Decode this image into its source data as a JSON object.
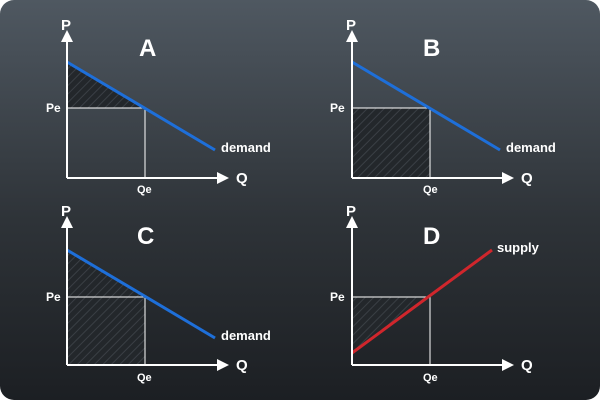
{
  "panels": [
    {
      "letter": "A",
      "curve": "demand",
      "shaded_region": "consumer surplus triangle",
      "labels": {
        "p_axis": "P",
        "q_axis": "Q",
        "price": "Pe",
        "quantity": "Qe",
        "curve_name": "demand"
      }
    },
    {
      "letter": "B",
      "curve": "demand",
      "shaded_region": "total expenditure rectangle",
      "labels": {
        "p_axis": "P",
        "q_axis": "Q",
        "price": "Pe",
        "quantity": "Qe",
        "curve_name": "demand"
      }
    },
    {
      "letter": "C",
      "curve": "demand",
      "shaded_region": "total area under demand",
      "labels": {
        "p_axis": "P",
        "q_axis": "Q",
        "price": "Pe",
        "quantity": "Qe",
        "curve_name": "demand"
      }
    },
    {
      "letter": "D",
      "curve": "supply",
      "shaded_region": "producer surplus triangle",
      "labels": {
        "p_axis": "P",
        "q_axis": "Q",
        "price": "Pe",
        "quantity": "Qe",
        "curve_name": "supply"
      }
    }
  ],
  "colors": {
    "demand": "#1e6fd9",
    "supply": "#d0262c",
    "axes": "#ffffff",
    "text": "#ffffff",
    "shade": "#22262a"
  }
}
